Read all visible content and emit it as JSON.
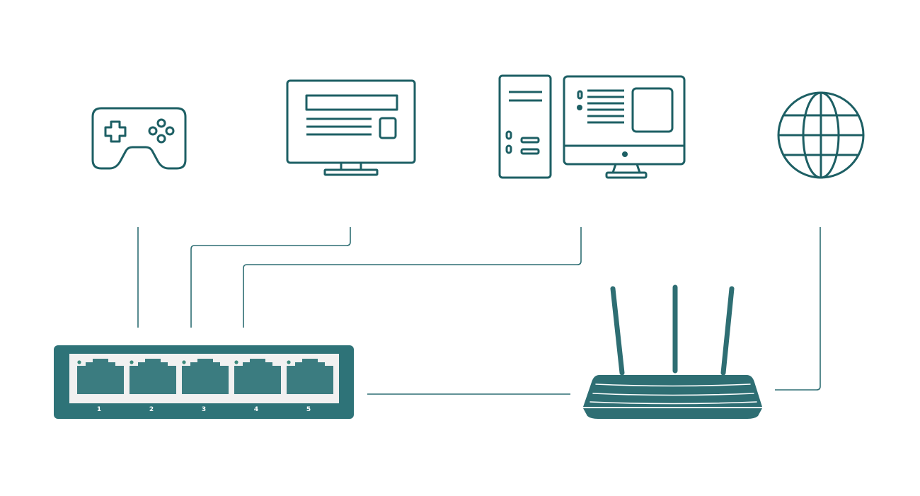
{
  "colors": {
    "primary": "#1d5f64",
    "switch_body": "#2e7378",
    "switch_panel": "#f1f1f1",
    "port_fill": "#3b7c80",
    "led": "#3d8a7c",
    "line": "#2e6e73",
    "background": "#ffffff"
  },
  "icons": {
    "game_console": "gamepad-icon",
    "smart_tv": "tv-monitor-icon",
    "desktop_pc": "desktop-computer-icon",
    "internet": "globe-icon",
    "switch": "network-switch-icon",
    "router": "wifi-router-icon"
  },
  "switch": {
    "ports": [
      {
        "label": "1"
      },
      {
        "label": "2"
      },
      {
        "label": "3"
      },
      {
        "label": "4"
      },
      {
        "label": "5"
      }
    ]
  }
}
